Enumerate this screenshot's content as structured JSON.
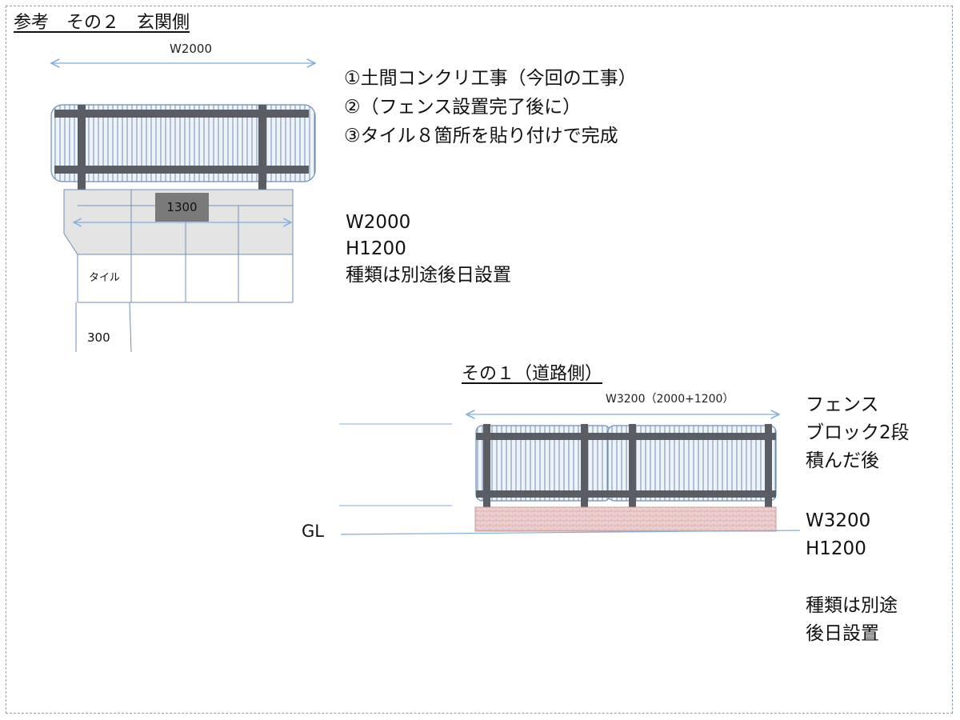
{
  "title": "参考　その２　玄関側",
  "top_diagram": {
    "width_label": "W2000",
    "steps": [
      "①土間コンクリ工事（今回の工事）",
      "②（フェンス設置完了後に）",
      "③タイル８箇所を貼り付けで完成"
    ],
    "spec": [
      "W2000",
      "H1200",
      "種類は別途後日設置"
    ],
    "inner_dimension": "1300",
    "tile_label": "タイル",
    "tile_size": "300"
  },
  "bottom_diagram": {
    "heading": "その１（道路側）",
    "width_label": "W3200（2000+1200）",
    "note": [
      "フェンス",
      "ブロック2段",
      "積んだ後"
    ],
    "spec": [
      "W3200",
      "H1200"
    ],
    "type_note": [
      "種類は別途",
      "後日設置"
    ],
    "ground_label": "GL"
  },
  "colors": {
    "fence_post": "#5a5d63",
    "fence_slat": "#6f8fb3",
    "fence_bg": "#eef3f8",
    "block": "#e9c9c9",
    "concrete": "#e4e4e4",
    "dimension_line": "#7faedd",
    "frame": "#8a9bb3"
  }
}
